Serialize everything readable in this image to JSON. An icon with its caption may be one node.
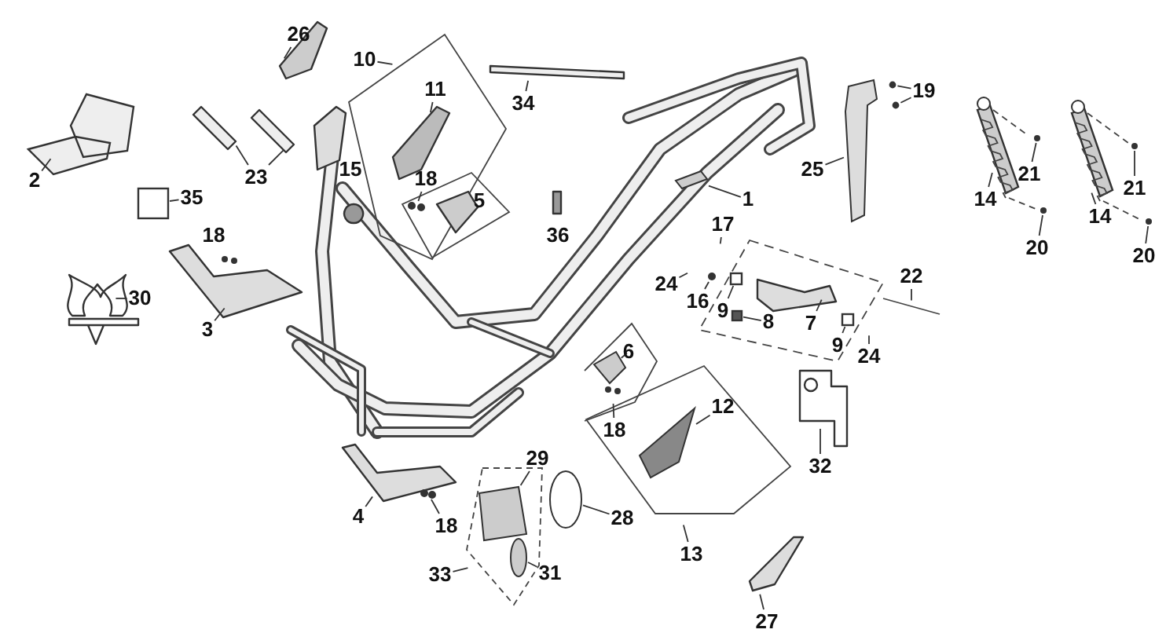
{
  "diagram": {
    "nodes": [
      {
        "text": [
          "26"
        ]
      },
      {
        "text": [
          "10"
        ]
      },
      {
        "text": [
          "11"
        ]
      },
      {
        "text": [
          "34"
        ]
      },
      {
        "text": [
          "2"
        ]
      },
      {
        "text": [
          "23"
        ]
      },
      {
        "text": [
          "18"
        ]
      },
      {
        "text": [
          "35"
        ]
      },
      {
        "text": [
          "30"
        ]
      },
      {
        "text": [
          "3"
        ]
      },
      {
        "text": [
          "1"
        ]
      },
      {
        "text": [
          "25"
        ]
      },
      {
        "text": [
          "19"
        ]
      },
      {
        "text": [
          "14"
        ]
      },
      {
        "text": [
          "21"
        ]
      },
      {
        "text": [
          "20"
        ]
      },
      {
        "text": [
          "14"
        ]
      },
      {
        "text": [
          "21"
        ]
      },
      {
        "text": [
          "20"
        ]
      },
      {
        "text": [
          "17"
        ]
      },
      {
        "text": [
          "24"
        ]
      },
      {
        "text": [
          "16"
        ]
      },
      {
        "text": [
          "9"
        ]
      },
      {
        "text": [
          "8"
        ]
      },
      {
        "text": [
          "7"
        ]
      },
      {
        "text": [
          "22"
        ]
      },
      {
        "text": [
          "9"
        ]
      },
      {
        "text": [
          "24"
        ]
      },
      {
        "text": [
          "6"
        ]
      },
      {
        "text": [
          "18"
        ]
      },
      {
        "text": [
          "12"
        ]
      },
      {
        "text": [
          "32"
        ]
      },
      {
        "text": [
          "29"
        ]
      },
      {
        "text": [
          "28"
        ]
      },
      {
        "text": [
          "18"
        ]
      },
      {
        "text": [
          "4"
        ]
      },
      {
        "text": [
          "33"
        ]
      },
      {
        "text": [
          "31"
        ]
      },
      {
        "text": [
          "13"
        ]
      },
      {
        "text": [
          "27"
        ]
      },
      {
        "text": [],
        "shape": "picture"
      },
      {
        "text": [],
        "shape": "box"
      },
      {
        "text": [],
        "shape": "picture"
      },
      {
        "text": [],
        "shape": "circle"
      },
      {
        "text": [],
        "shape": "circle"
      },
      {
        "text": [],
        "shape": "circle"
      },
      {
        "text": [],
        "shape": "box"
      },
      {
        "text": [],
        "shape": "box"
      },
      {
        "text": [],
        "shape": "picture"
      },
      {
        "text": [],
        "shape": "picture"
      },
      {
        "text": [],
        "shape": "circle"
      },
      {
        "text": [],
        "shape": "picture"
      },
      {
        "text": [],
        "shape": "circle"
      },
      {
        "text": [],
        "shape": "circle"
      },
      {
        "text": [],
        "shape": "circle"
      },
      {
        "text": [],
        "shape": "circle"
      },
      {
        "text": [],
        "shape": "box"
      },
      {
        "text": [],
        "shape": "picture"
      },
      {
        "text": [],
        "shape": "picture"
      },
      {
        "text": [],
        "shape": "circle"
      }
    ],
    "edges": [
      {
        "from": 0,
        "to": null,
        "arrow": "none"
      },
      {
        "from": 1,
        "to": null,
        "arrow": "none"
      },
      {
        "from": 2,
        "to": null,
        "arrow": "none"
      },
      {
        "from": 3,
        "to": null,
        "arrow": "none"
      },
      {
        "from": 4,
        "to": null,
        "arrow": "none"
      },
      {
        "from": 5,
        "to": null,
        "arrow": "none"
      },
      {
        "from": 5,
        "to": null,
        "arrow": "none"
      },
      {
        "from": 6,
        "to": 40,
        "arrow": "none"
      },
      {
        "from": 7,
        "to": 41,
        "arrow": "none"
      },
      {
        "from": 8,
        "to": null,
        "arrow": "none"
      },
      {
        "from": 9,
        "to": null,
        "arrow": "none"
      },
      {
        "from": 10,
        "to": 42,
        "arrow": "none"
      },
      {
        "from": 11,
        "to": 51,
        "arrow": "none"
      },
      {
        "from": 12,
        "to": 43,
        "arrow": "none"
      },
      {
        "from": 12,
        "to": 44,
        "arrow": "none"
      },
      {
        "from": 13,
        "to": null,
        "arrow": "none"
      },
      {
        "from": 14,
        "to": 52,
        "arrow": "none"
      },
      {
        "from": 15,
        "to": 53,
        "arrow": "none"
      },
      {
        "from": 16,
        "to": null,
        "arrow": "none"
      },
      {
        "from": 17,
        "to": 54,
        "arrow": "none"
      },
      {
        "from": 18,
        "to": 55,
        "arrow": "none"
      },
      {
        "from": 19,
        "to": null,
        "arrow": "none"
      },
      {
        "from": 20,
        "to": null,
        "arrow": "none"
      },
      {
        "from": 21,
        "to": 45,
        "arrow": "none"
      },
      {
        "from": 22,
        "to": 46,
        "arrow": "none"
      },
      {
        "from": 23,
        "to": 56,
        "arrow": "none"
      },
      {
        "from": 24,
        "to": null,
        "arrow": "none"
      },
      {
        "from": 25,
        "to": null,
        "arrow": "none"
      },
      {
        "from": 26,
        "to": 47,
        "arrow": "none"
      },
      {
        "from": 27,
        "to": null,
        "arrow": "none"
      },
      {
        "from": 28,
        "to": 48,
        "arrow": "none"
      },
      {
        "from": 29,
        "to": null,
        "arrow": "none"
      },
      {
        "from": 30,
        "to": 57,
        "arrow": "none"
      },
      {
        "from": 31,
        "to": null,
        "arrow": "none"
      },
      {
        "from": 32,
        "to": 58,
        "arrow": "none"
      },
      {
        "from": 33,
        "to": 59,
        "arrow": "none"
      },
      {
        "from": 34,
        "to": 49,
        "arrow": "none"
      },
      {
        "from": 35,
        "to": null,
        "arrow": "none"
      },
      {
        "from": 36,
        "to": null,
        "arrow": "none"
      },
      {
        "from": 37,
        "to": 50,
        "arrow": "none"
      },
      {
        "from": 38,
        "to": null,
        "arrow": "none"
      },
      {
        "from": 39,
        "to": null,
        "arrow": "none"
      }
    ],
    "labels": [
      "15",
      "5",
      "18",
      "36"
    ]
  }
}
